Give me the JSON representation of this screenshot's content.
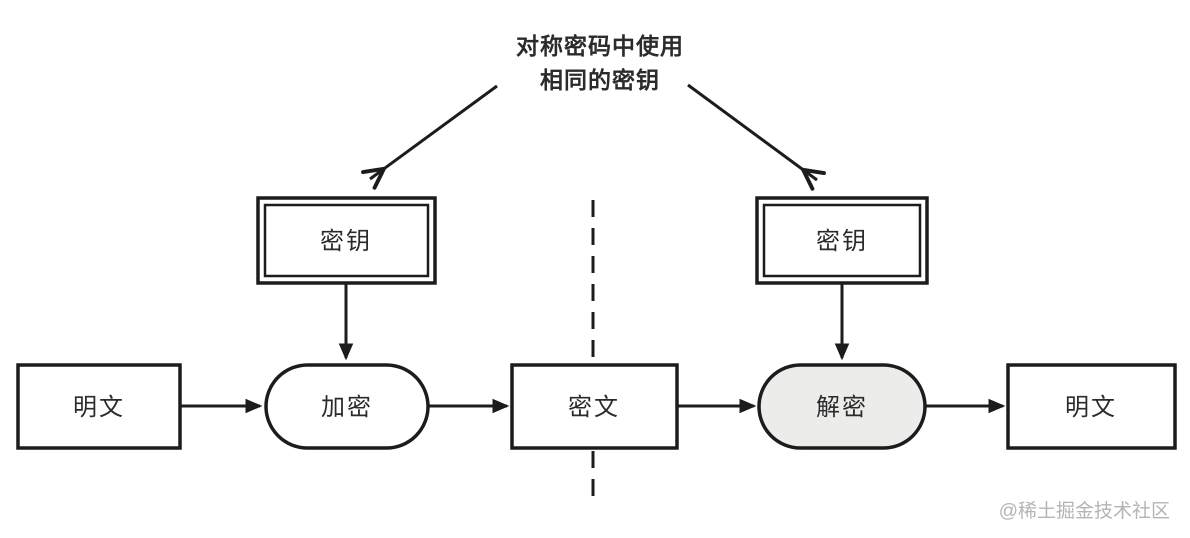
{
  "title": {
    "line1": "对称密码中使用",
    "line2": "相同的密钥"
  },
  "nodes": {
    "key_left": "密钥",
    "key_right": "密钥",
    "plaintext_left": "明文",
    "encrypt": "加密",
    "ciphertext": "密文",
    "decrypt": "解密",
    "plaintext_right": "明文"
  },
  "watermark": "@稀土掘金技术社区",
  "colors": {
    "stroke": "#1c1c1c",
    "decrypt_fill": "#ececea",
    "watermark": "#b4b4b4",
    "background": "#ffffff"
  }
}
